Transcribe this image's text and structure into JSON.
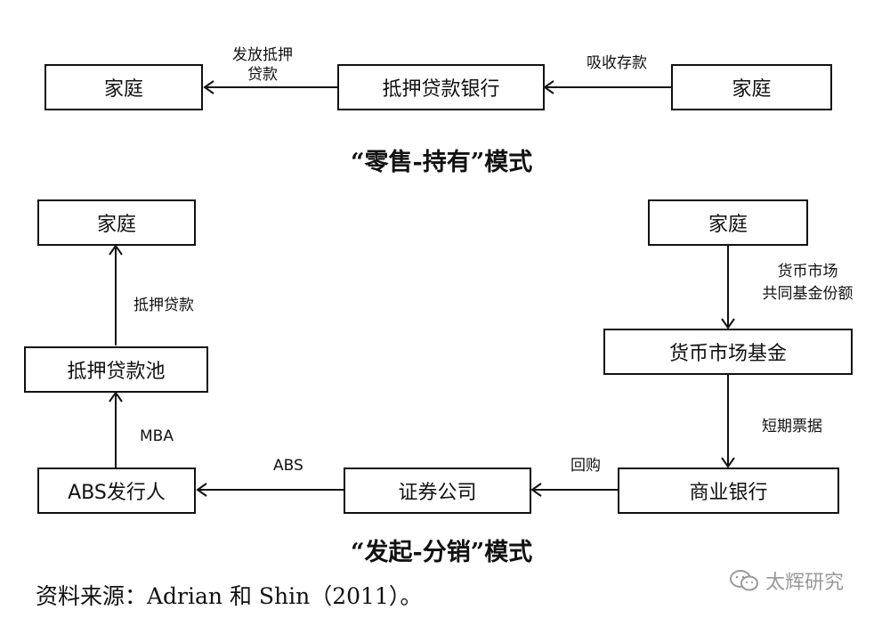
{
  "retail_model": {
    "nodes": {
      "left_household": "家庭",
      "bank": "抵押贷款银行",
      "right_household": "家庭"
    },
    "edges": {
      "bank_to_household": "发放抵押\n贷款",
      "household_to_bank": "吸收存款"
    },
    "title": "“零售-持有”模式"
  },
  "otd_model": {
    "nodes": {
      "left_household": "家庭",
      "mortgage_pool": "抵押贷款池",
      "abs_issuer": "ABS发行人",
      "securities_firm": "证券公司",
      "commercial_bank": "商业银行",
      "mmf": "货币市场基金",
      "right_household": "家庭"
    },
    "edges": {
      "pool_to_household": "抵押贷款",
      "issuer_to_pool": "MBA",
      "firm_to_issuer": "ABS",
      "bank_to_firm": "回购",
      "mmf_to_bank": "短期票据",
      "household_to_mmf": "货币市场\n共同基金份额"
    },
    "title": "“发起-分销”模式"
  },
  "source": "资料来源：Adrian 和 Shin（2011）。",
  "watermark": "太辉研究",
  "icons": {
    "watermark_icon": "wechat-icon"
  }
}
